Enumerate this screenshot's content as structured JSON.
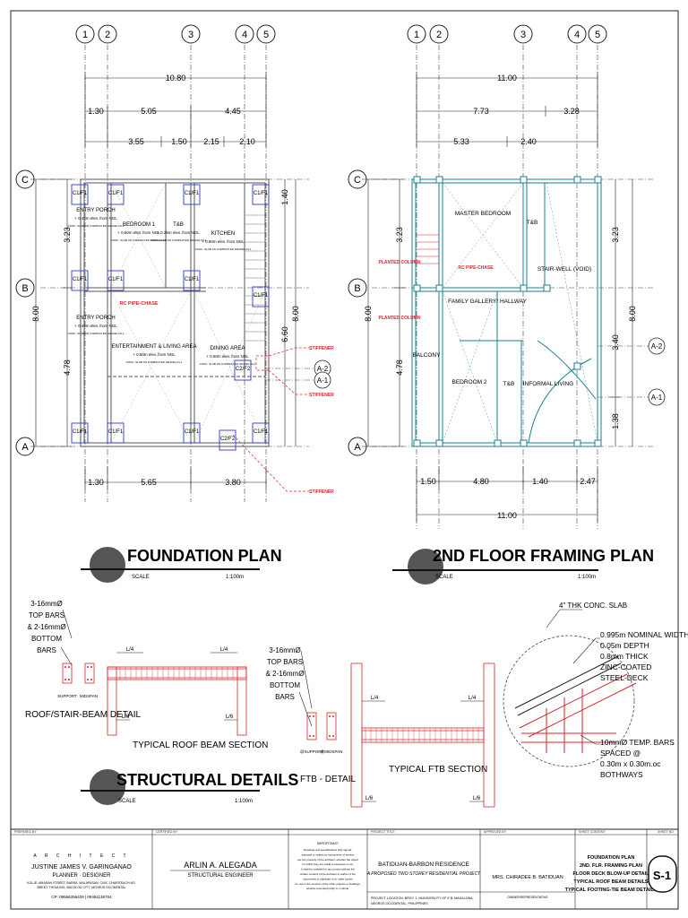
{
  "colors": {
    "line": "#111111",
    "red": "#d8262b",
    "blue": "#2d39c9",
    "teal": "#1c7f8f",
    "bubble": "#555555"
  },
  "foundation_plan": {
    "title": "FOUNDATION PLAN",
    "scale_label": "SCALE",
    "scale_value": "1:100m",
    "grid_cols": [
      "1",
      "2",
      "3",
      "4",
      "5"
    ],
    "grid_rows": [
      "C",
      "B",
      "A"
    ],
    "side_grids": [
      "A-2",
      "A-1"
    ],
    "dims_top_total": "10.80",
    "dims_top_row1": [
      "1.30",
      "5.05",
      "4.45"
    ],
    "dims_top_row2": [
      "3.55",
      "1.50",
      "2.15",
      "2.10"
    ],
    "dims_left_total": "8.00",
    "dims_left": [
      "3.23",
      "4.78"
    ],
    "dims_right": [
      "1.40",
      "8.00",
      "6.60"
    ],
    "dims_bottom": [
      "1.30",
      "5.65",
      "3.80"
    ],
    "column_tags": [
      "C1/F1",
      "C1/F1",
      "C1/F1",
      "C1/F1",
      "C1/F1",
      "C1/F1",
      "C1/F1",
      "C1/F1",
      "C1/F1",
      "C1/F1",
      "C1/F1",
      "C1/F1",
      "C2/F2",
      "C2/F2"
    ],
    "stiffener": "STIFFENER",
    "pipe_chase": "RC PIPE-CHASE",
    "rooms": [
      {
        "name": "ENTRY PORCH",
        "elev": "+ 0.45m elev. from NGL",
        "note": "CONC. SLAB ON COMPACTED GRAVEL FILL"
      },
      {
        "name": "BEDROOM 1",
        "elev": "+ 0.60m elev. from NGL",
        "note": "CONC. SLAB ON COMPACTED GRAVEL FILL"
      },
      {
        "name": "T&B",
        "elev": "+ 0.25m elev. from NGL",
        "note": "CONC. SLAB ON COMPACTED GRAVEL FILL"
      },
      {
        "name": "KITCHEN",
        "elev": "+ 0.80m elev. from NGL",
        "note": "CONC. SLAB ON COMPACTED GRAVEL FILL"
      },
      {
        "name": "ENTRY PORCH",
        "elev": "+ 0.45m elev. from NGL",
        "note": "CONC. SLAB ON COMPACTED GRAVEL FILL"
      },
      {
        "name": "ENTERTAINMENT & LIVING AREA",
        "elev": "+ 0.60m elev. from NGL",
        "note": "CONC. SLAB ON COMPACTED GRAVEL FILL"
      },
      {
        "name": "DINING AREA",
        "elev": "+ 0.60m elev. from NGL",
        "note": "CONC. SLAB ON COMPACTED GRAVEL FILL"
      }
    ]
  },
  "framing_plan": {
    "title": "2ND FLOOR FRAMING PLAN",
    "scale_label": "SCALE",
    "scale_value": "1:100m",
    "grid_cols": [
      "1",
      "2",
      "3",
      "4",
      "5"
    ],
    "grid_rows": [
      "C",
      "B",
      "A"
    ],
    "side_grids": [
      "A-2",
      "A-1"
    ],
    "dims_top_total": "11.00",
    "dims_top_row1": [
      "7.73",
      "3.28"
    ],
    "dims_top_row2": [
      "5.33",
      "2.40"
    ],
    "dims_left_total": "8.00",
    "dims_left": [
      "3.23",
      "4.78"
    ],
    "dims_right": [
      "3.23",
      "8.00",
      "3.40",
      "1.38"
    ],
    "dims_bottom": [
      "1.50",
      "4.80",
      "1.40",
      "2.47"
    ],
    "dims_bottom_total": "11.00",
    "planted_column": "PLANTED COLUMN",
    "pipe_chase": "RC PIPE-CHASE",
    "rooms": [
      {
        "name": "MASTER BEDROOM"
      },
      {
        "name": "T&B"
      },
      {
        "name": "STAIR-WELL (VOID)"
      },
      {
        "name": "FAMILY GALLERY/ HALLWAY"
      },
      {
        "name": "BALCONY"
      },
      {
        "name": "BEDROOM 2"
      },
      {
        "name": "T&B"
      },
      {
        "name": "INFORMAL LIVING"
      }
    ]
  },
  "roof_beam": {
    "bars_label": [
      "3-16mmØ",
      "TOP BARS",
      "& 2-16mmØ",
      "BOTTOM",
      "BARS"
    ],
    "support_label": "SUPPORT",
    "midspan_label": "MIDSPAN",
    "detail_title": "ROOF/STAIR-BEAM DETAIL",
    "section_title": "TYPICAL ROOF BEAM SECTION",
    "span_mark": "L/4",
    "span_mark2": "L/6"
  },
  "ftb": {
    "bars_label": [
      "3-16mmØ",
      "TOP BARS",
      "& 2-16mmØ",
      "BOTTOM",
      "BARS"
    ],
    "support_label": "@SUPPORT",
    "midspan_label": "@MIDSPAN",
    "detail_title": "FTB - DETAIL",
    "section_title": "TYPICAL FTB SECTION",
    "span_mark": "L/4",
    "span_mark2": "L/6"
  },
  "deck": {
    "slab_label": "4\" THK CONC. SLAB",
    "deck_lines": [
      "0.995m NOMINAL WIDTH",
      "0.05m DEPTH",
      "0.8mm THICK",
      "ZINC-COATED",
      "STEEL-DECK"
    ],
    "bar_lines": [
      "10mmØ TEMP. BARS",
      "SPACED @",
      "0.30m x 0.30m.oc",
      "BOTHWAYS"
    ]
  },
  "structural_details": {
    "title": "STRUCTURAL DETAILS",
    "scale_label": "SCALE",
    "scale_value": "1:100m"
  },
  "title_block": {
    "prepared_label": "PREPARED BY",
    "architect_letters": "A R C H I T E C T",
    "planner_name": "JUSTINE JAMES V. GARINGANAO",
    "planner_role": "PLANNER · DESIGNER",
    "address": "KOLJE, AMARAN STREET, BARRA. MALAPASAN, CIVIC CHARITEACH NO.",
    "address2": "BREDY THOULING, BACOLOD CITY, NEGROS OCCIDENTAL",
    "cp": "CP: 09566356429 | 09491136704",
    "certified_label": "CERTIFIED BY",
    "engineer_name": "ARLIN A. ALEGADA",
    "engineer_role": "STRUCTURAL ENGINEER",
    "important_label": "IMPORTANT:",
    "important_text": [
      "Drawings and specifications duly signed,",
      "stamped or sealed as instruments of service",
      "are the property of the architect, whether the object",
      "for which they are made is executed or not.",
      "It shall be unlawful for any person without the",
      "written consent of the architect or author of the",
      "documents to duplicate or to make copies",
      "for use in the erection of the other projects or buildings,",
      "whether executed partly or in whole."
    ],
    "project_label": "PROJECT TITLE",
    "project_title": "BATIDUAN-BARBON RESIDENCE",
    "project_sub": "A PROPOSED TWO STOREY RESIDENTIAL PROJECT",
    "location": "PROJECT LOCATION: BRGY. 1, MUNICIPALITY OF E.B. MAGALONA,",
    "location2": "NEGROS OCCIDENTAL, PHILIPPINES",
    "approved_label": "APPROVED BY",
    "owner_name": "MRS. CHIRADEE B. BATIDUAN",
    "owner_role": "OWNER/REPRESENTATIVE",
    "content_label": "SHEET CONTENT",
    "contents": [
      "FOUNDATION PLAN",
      "2ND. FLR. FRAMING PLAN",
      "FLOOR DECK BLOW-UP DETAIL",
      "TYPICAL ROOF BEAM DETAILS",
      "TYPICAL FOOTING-TIE BEAM DETAILS"
    ],
    "sheet_label": "SHEET NO",
    "sheet_no": "S-1"
  }
}
